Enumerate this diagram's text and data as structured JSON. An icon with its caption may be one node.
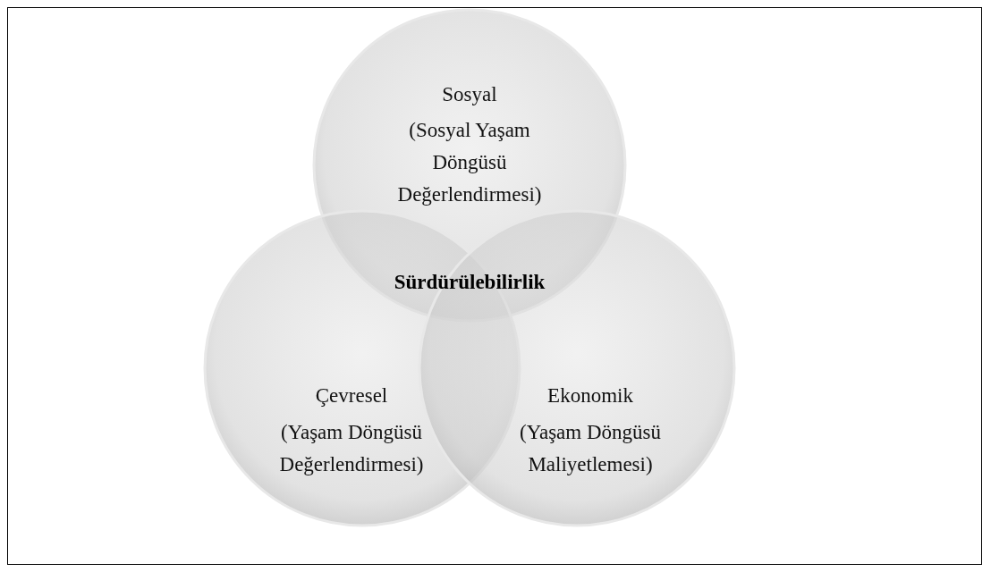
{
  "diagram": {
    "nodes": [
      {
        "text": [
          "Sosyal",
          "(Sosyal Yaşam Döngüsü Değerlendirmesi)"
        ]
      },
      {
        "text": [
          "Çevresel",
          "(Yaşam Döngüsü Değerlendirmesi)"
        ]
      },
      {
        "text": [
          "Ekonomik",
          "(Yaşam Döngüsü Maliyetlemesi)"
        ]
      }
    ],
    "labels": [
      "Sürdürülebilirlik"
    ]
  }
}
